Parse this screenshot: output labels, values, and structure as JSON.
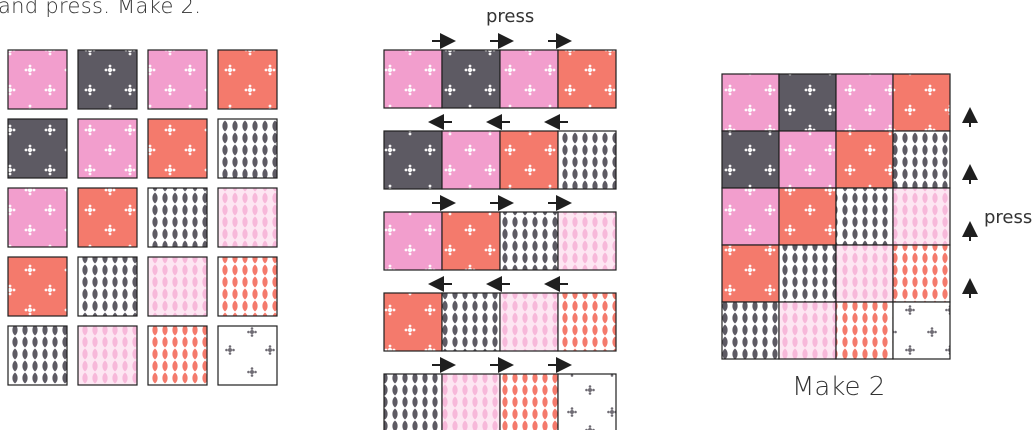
{
  "intro_text": "and press. Make 2.",
  "press_label_top": "press",
  "press_label_side": "press",
  "make_label": "Make 2",
  "colors": {
    "pink": "#f29ecd",
    "gray": "#5d5a63",
    "coral": "#f47a6c",
    "lightpink": "#fbd2e8",
    "white": "#ffffff",
    "outline": "#1f1f1f"
  },
  "fabric_icons": {
    "pink": "pink-flower-print-square",
    "gray": "gray-flower-print-square",
    "coral": "coral-flower-print-square",
    "gray_scale": "gray-scale-print-square",
    "lightpink_scale": "light-pink-scale-print-square",
    "coral_scale": "coral-scale-print-square",
    "white": "white-flower-print-square"
  },
  "rows": [
    [
      "pink",
      "gray",
      "pink",
      "coral"
    ],
    [
      "gray",
      "pink",
      "coral",
      "gray_scale"
    ],
    [
      "pink",
      "coral",
      "gray_scale",
      "lightpink_scale"
    ],
    [
      "coral",
      "gray_scale",
      "lightpink_scale",
      "coral_scale"
    ],
    [
      "gray_scale",
      "lightpink_scale",
      "coral_scale",
      "white"
    ]
  ],
  "row_press_directions": [
    "right",
    "left",
    "right",
    "left",
    "right"
  ],
  "column_press_direction": "up"
}
